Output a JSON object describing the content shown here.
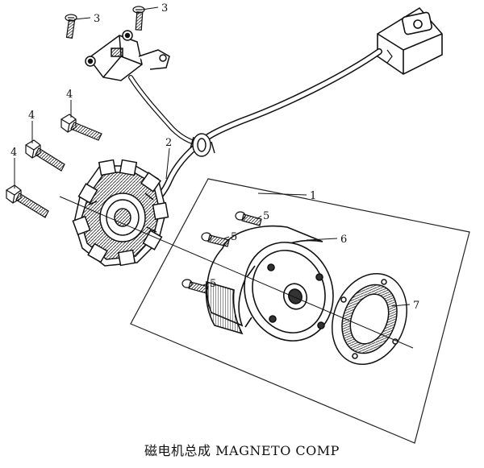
{
  "callouts": {
    "c3a": "3",
    "c3b": "3",
    "c4a": "4",
    "c4b": "4",
    "c4c": "4",
    "c2": "2",
    "c1": "1",
    "c5a": "5",
    "c5b": "5",
    "c5c": "5",
    "c6": "6",
    "c7": "7"
  },
  "caption": {
    "zh": "磁电机总成",
    "en": "MAGNETO COMP"
  }
}
